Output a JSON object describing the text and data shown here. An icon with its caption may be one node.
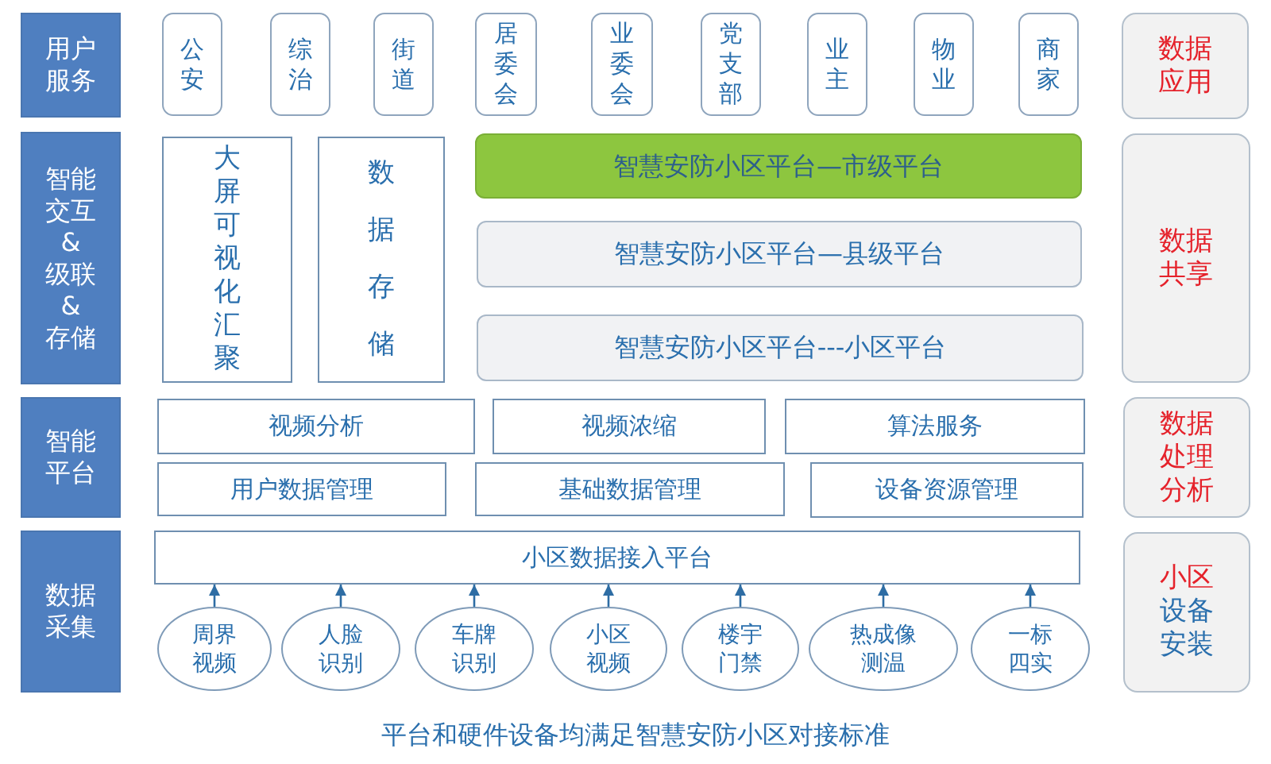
{
  "diagram": {
    "caption": "平台和硬件设备均满足智慧安防小区对接标准",
    "nodes": [
      {
        "text": [
          "用户服务"
        ]
      },
      {
        "text": [
          "公安"
        ]
      },
      {
        "text": [
          "综治"
        ]
      },
      {
        "text": [
          "街道"
        ]
      },
      {
        "text": [
          "居委会"
        ]
      },
      {
        "text": [
          "业委会"
        ]
      },
      {
        "text": [
          "党支部"
        ]
      },
      {
        "text": [
          "业主"
        ]
      },
      {
        "text": [
          "物业"
        ]
      },
      {
        "text": [
          "商家"
        ]
      },
      {
        "text": [
          "数据应用"
        ]
      },
      {
        "text": [
          "智能交互&级联&存储"
        ]
      },
      {
        "text": [
          "大屏可视化汇聚"
        ]
      },
      {
        "text": [
          "数据存储"
        ]
      },
      {
        "text": [
          "智慧安防小区平台—市级平台"
        ]
      },
      {
        "text": [
          "智慧安防小区平台—县级平台"
        ]
      },
      {
        "text": [
          "智慧安防小区平台---小区平台"
        ]
      },
      {
        "text": [
          "数据共享"
        ]
      },
      {
        "text": [
          "智能平台"
        ]
      },
      {
        "text": [
          "视频分析"
        ]
      },
      {
        "text": [
          "视频浓缩"
        ]
      },
      {
        "text": [
          "算法服务"
        ]
      },
      {
        "text": [
          "用户数据管理"
        ]
      },
      {
        "text": [
          "基础数据管理"
        ]
      },
      {
        "text": [
          "设备资源管理"
        ]
      },
      {
        "text": [
          "数据处理分析"
        ]
      },
      {
        "text": [
          "数据采集"
        ]
      },
      {
        "text": [
          "小区数据接入平台"
        ]
      },
      {
        "text": [
          "周界视频"
        ]
      },
      {
        "text": [
          "人脸识别"
        ]
      },
      {
        "text": [
          "车牌识别"
        ]
      },
      {
        "text": [
          "小区视频"
        ]
      },
      {
        "text": [
          "楼宇门禁"
        ]
      },
      {
        "text": [
          "热成像测温"
        ]
      },
      {
        "text": [
          "一标四实"
        ]
      },
      {
        "text": [
          "小区",
          "设备安装"
        ]
      }
    ],
    "edges": [
      {
        "from": 28,
        "to": 27,
        "arrow": "to"
      },
      {
        "from": 29,
        "to": 27,
        "arrow": "to"
      },
      {
        "from": 30,
        "to": 27,
        "arrow": "to"
      },
      {
        "from": 31,
        "to": 27,
        "arrow": "to"
      },
      {
        "from": 32,
        "to": 27,
        "arrow": "to"
      },
      {
        "from": 33,
        "to": 27,
        "arrow": "to"
      },
      {
        "from": 34,
        "to": 27,
        "arrow": "to"
      }
    ]
  }
}
